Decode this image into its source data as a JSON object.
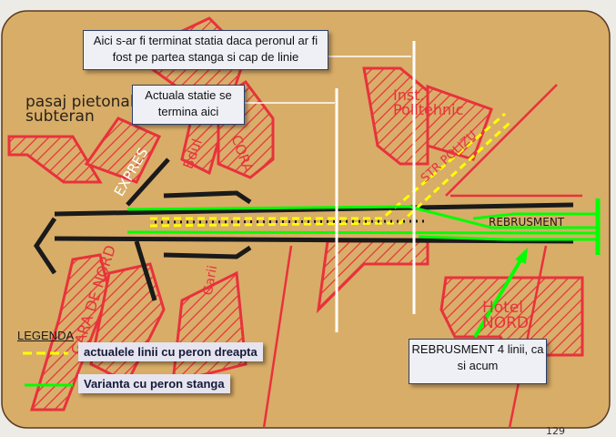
{
  "callouts": {
    "left_platform_end": "Aici s-ar fi terminat statia daca peronul ar fi fost pe partea stanga si cap de linie",
    "current_end": "Actuala statie se termina aici",
    "rebrusment": "REBRUSMENT  4 linii, ca si acum"
  },
  "legend": {
    "title": "LEGENDA",
    "items": [
      {
        "label": "actualele linii cu peron dreapta",
        "color": "#ffff00",
        "style": "dashed"
      },
      {
        "label": "Varianta cu peron stanga",
        "color": "#00ff00",
        "style": "solid"
      }
    ]
  },
  "map_labels": {
    "pasaj": "pasaj pietonal subteran",
    "expres": "EXPRES",
    "bdul": "Bdul",
    "cora": "CORA",
    "inst": "Inst. Politehnic",
    "polizu": "STR POLIZU",
    "rebrusment": "REBRUSMENT",
    "hotel": "Hotel NORD",
    "gara": "GARA DE NORD",
    "garii": "Garii",
    "page": "129"
  },
  "colors": {
    "paper": "#d9ae6a",
    "red": "#e8323c",
    "yellow": "#ffff00",
    "green": "#00ff00"
  }
}
